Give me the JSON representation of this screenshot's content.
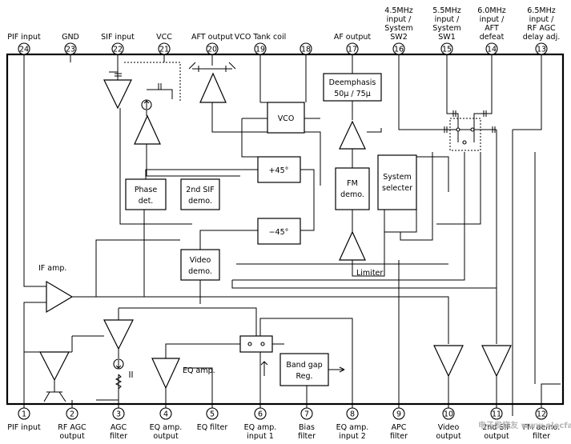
{
  "top_pins": [
    {
      "num": "24",
      "label": [
        "PIF input"
      ]
    },
    {
      "num": "23",
      "label": [
        "GND"
      ]
    },
    {
      "num": "22",
      "label": [
        "SIF input"
      ]
    },
    {
      "num": "21",
      "label": [
        "VCC"
      ]
    },
    {
      "num": "20",
      "label": [
        "AFT output"
      ]
    },
    {
      "num": "19",
      "label": [
        "VCO Tank coil"
      ]
    },
    {
      "num": "18",
      "label": []
    },
    {
      "num": "17",
      "label": [
        "AF output"
      ]
    },
    {
      "num": "16",
      "label": [
        "4.5MHz",
        "input /",
        "System",
        "SW2"
      ]
    },
    {
      "num": "15",
      "label": [
        "5.5MHz",
        "input /",
        "System",
        "SW1"
      ]
    },
    {
      "num": "14",
      "label": [
        "6.0MHz",
        "input /",
        "AFT",
        "defeat"
      ]
    },
    {
      "num": "13",
      "label": [
        "6.5MHz",
        "input /",
        "RF AGC",
        "delay adj."
      ]
    }
  ],
  "bottom_pins": [
    {
      "num": "1",
      "label": [
        "PIF input"
      ]
    },
    {
      "num": "2",
      "label": [
        "RF AGC",
        "output"
      ]
    },
    {
      "num": "3",
      "label": [
        "AGC",
        "filter"
      ]
    },
    {
      "num": "4",
      "label": [
        "EQ amp.",
        "output"
      ]
    },
    {
      "num": "5",
      "label": [
        "EQ filter"
      ]
    },
    {
      "num": "6",
      "label": [
        "EQ amp.",
        "input 1"
      ]
    },
    {
      "num": "7",
      "label": [
        "Bias",
        "filter"
      ]
    },
    {
      "num": "8",
      "label": [
        "EQ amp.",
        "input 2"
      ]
    },
    {
      "num": "9",
      "label": [
        "APC",
        "filter"
      ]
    },
    {
      "num": "10",
      "label": [
        "Video",
        "output"
      ]
    },
    {
      "num": "11",
      "label": [
        "2nd SIF",
        "output"
      ]
    },
    {
      "num": "12",
      "label": [
        "FM demo.",
        "filter"
      ]
    }
  ],
  "blocks": {
    "vco": "VCO",
    "deemphasis": [
      "Deemphasis",
      "50μ / 75μ"
    ],
    "plus45": "+45°",
    "minus45": "−45°",
    "phase_det": [
      "Phase",
      "det."
    ],
    "sif_demo": [
      "2nd SIF",
      "demo."
    ],
    "fm_demo": [
      "FM",
      "demo."
    ],
    "system_selecter": [
      "System",
      "selecter"
    ],
    "video_demo": [
      "Video",
      "demo."
    ],
    "band_gap": [
      "Band gap",
      "Reg."
    ]
  },
  "labels": {
    "if_amp": "IF amp.",
    "limiter": "Limiter",
    "eq_amp": "EQ amp."
  },
  "watermark": "电子发烧友 www.elecfans.com"
}
